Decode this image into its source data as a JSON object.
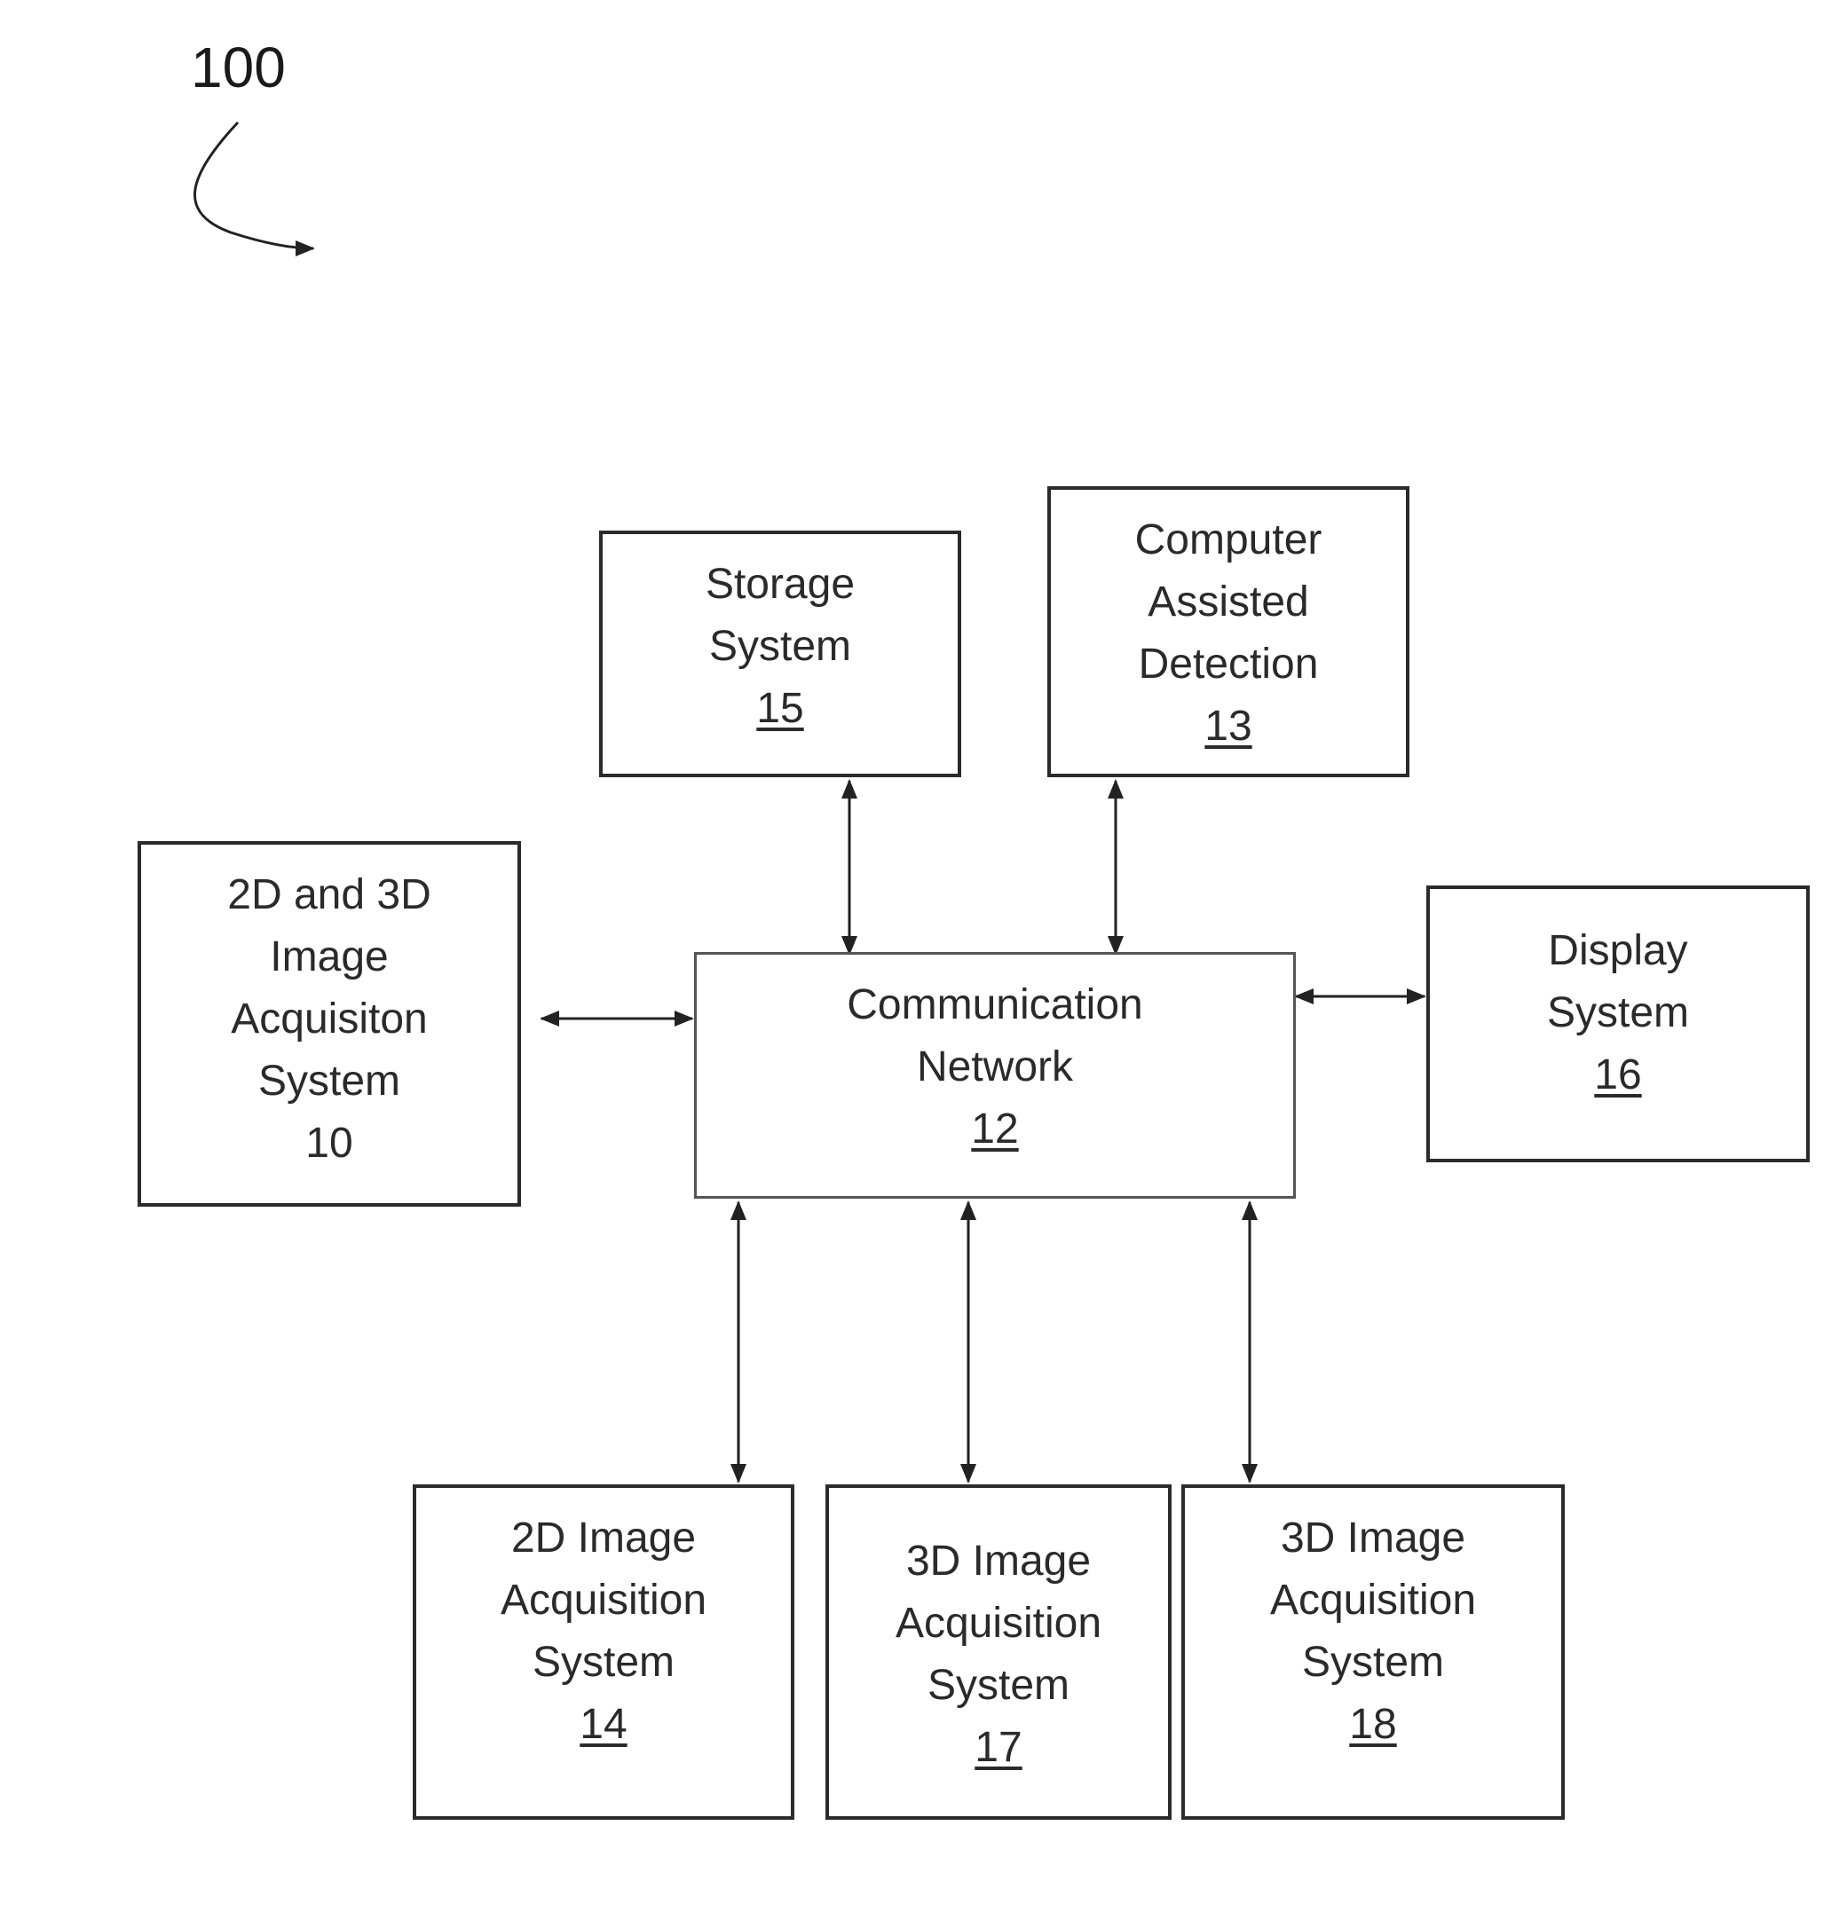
{
  "figure": {
    "ref": "100"
  },
  "nodes": {
    "storage": {
      "lines": [
        "Storage",
        "System"
      ],
      "ref": "15"
    },
    "cad": {
      "lines": [
        "Computer",
        "Assisted",
        "Detection"
      ],
      "ref": "13"
    },
    "acq_2d_3d": {
      "lines": [
        "2D and 3D",
        "Image",
        "Acquisiton",
        "System"
      ],
      "ref": "10"
    },
    "network": {
      "lines": [
        "Communication",
        "Network"
      ],
      "ref": "12"
    },
    "display": {
      "lines": [
        "Display",
        "System"
      ],
      "ref": "16"
    },
    "acq_2d": {
      "lines": [
        "2D Image",
        "Acquisition",
        "System"
      ],
      "ref": "14"
    },
    "acq_3d_a": {
      "lines": [
        "3D Image",
        "Acquisition",
        "System"
      ],
      "ref": "17"
    },
    "acq_3d_b": {
      "lines": [
        "3D Image",
        "Acquisition",
        "System"
      ],
      "ref": "18"
    }
  },
  "edges": [
    {
      "from": "storage",
      "to": "network",
      "directed": "both"
    },
    {
      "from": "cad",
      "to": "network",
      "directed": "both"
    },
    {
      "from": "acq_2d_3d",
      "to": "network",
      "directed": "both"
    },
    {
      "from": "network",
      "to": "display",
      "directed": "both"
    },
    {
      "from": "network",
      "to": "acq_2d",
      "directed": "both"
    },
    {
      "from": "network",
      "to": "acq_3d_a",
      "directed": "both"
    },
    {
      "from": "network",
      "to": "acq_3d_b",
      "directed": "both"
    }
  ]
}
